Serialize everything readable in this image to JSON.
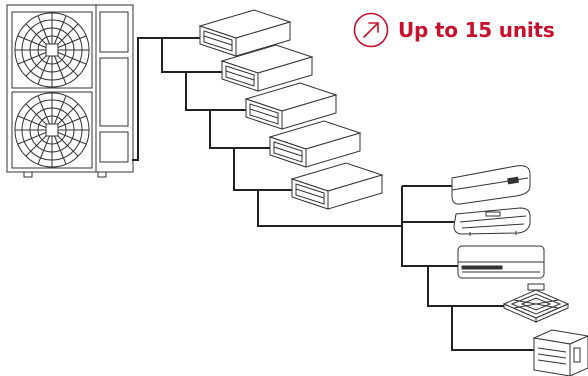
{
  "badge": {
    "icon": "arrow-up-right-circle-icon",
    "text": "Up to 15 units"
  },
  "colors": {
    "accent": "#c8102e",
    "line": "#222222",
    "background": "#ffffff"
  },
  "diagram": {
    "outdoor_unit": {
      "name": "outdoor-unit",
      "fans": 2
    },
    "indoor_units": [
      {
        "name": "ducted-unit",
        "type": "ducted"
      },
      {
        "name": "ducted-unit",
        "type": "ducted"
      },
      {
        "name": "ducted-unit",
        "type": "ducted"
      },
      {
        "name": "ducted-unit",
        "type": "ducted"
      },
      {
        "name": "ducted-unit",
        "type": "ducted"
      },
      {
        "name": "console-unit",
        "type": "console"
      },
      {
        "name": "ceiling-suspended-unit",
        "type": "ceiling-suspended"
      },
      {
        "name": "wall-mounted-unit",
        "type": "wall-mounted"
      },
      {
        "name": "cassette-unit",
        "type": "cassette"
      },
      {
        "name": "floor-standing-unit",
        "type": "floor-standing"
      }
    ]
  }
}
